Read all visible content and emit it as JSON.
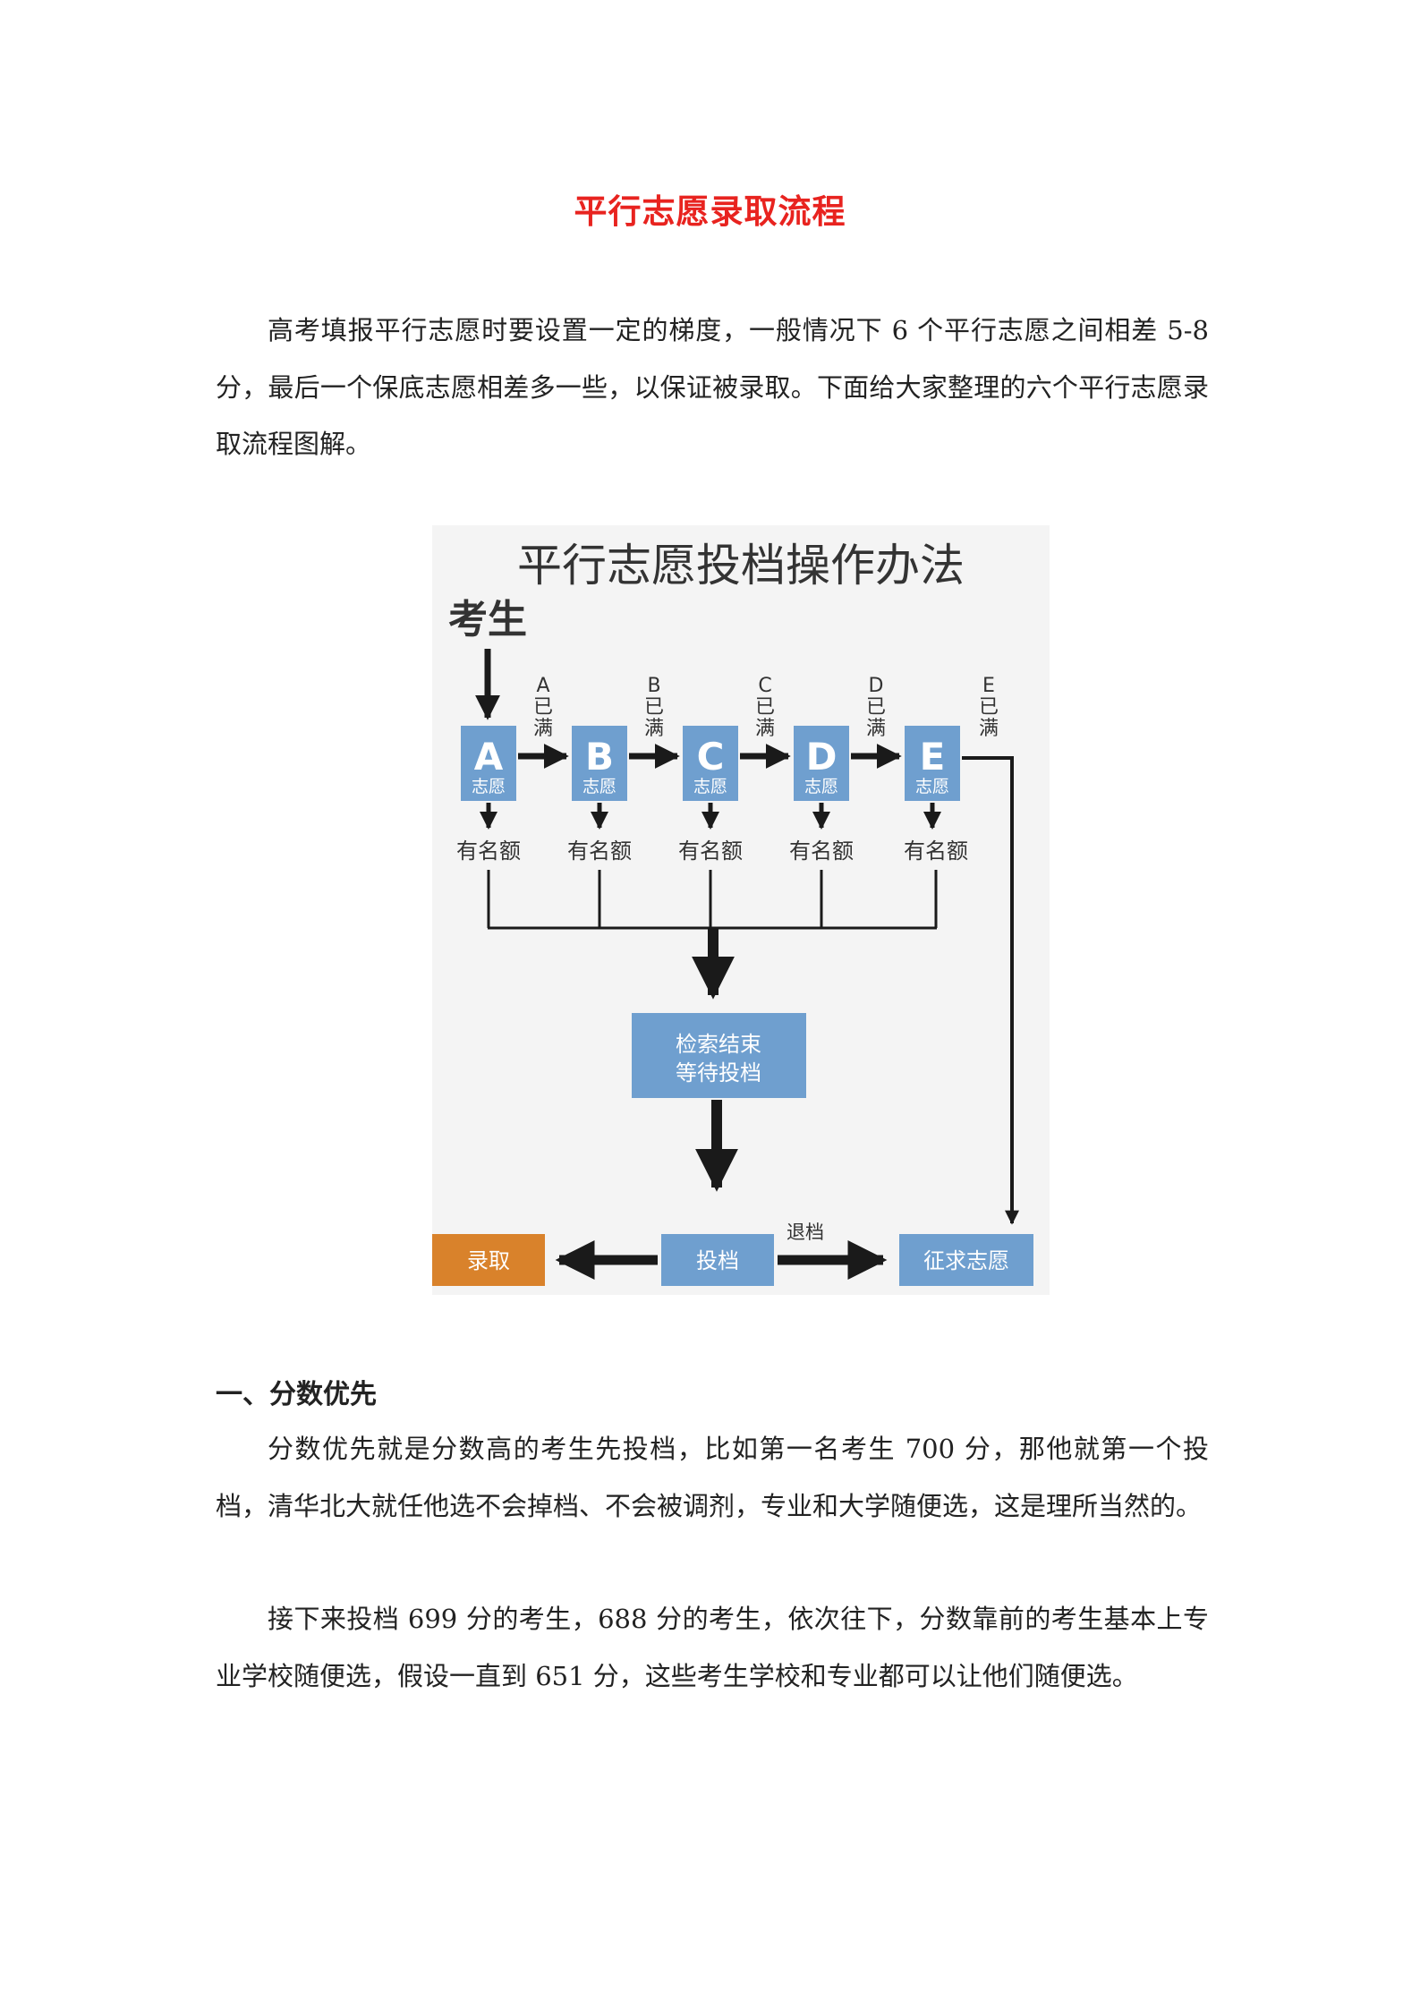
{
  "document": {
    "title": "平行志愿录取流程",
    "intro": "高考填报平行志愿时要设置一定的梯度，一般情况下 6 个平行志愿之间相差 5-8 分，最后一个保底志愿相差多一些，以保证被录取。下面给大家整理的六个平行志愿录取流程图解。"
  },
  "figure": {
    "title": "平行志愿投档操作办法",
    "student": "考生",
    "boxes": [
      {
        "letter": "A",
        "sub": "志愿",
        "full_chars": [
          "A",
          "已",
          "满"
        ],
        "quota": "有名额"
      },
      {
        "letter": "B",
        "sub": "志愿",
        "full_chars": [
          "B",
          "已",
          "满"
        ],
        "quota": "有名额"
      },
      {
        "letter": "C",
        "sub": "志愿",
        "full_chars": [
          "C",
          "已",
          "满"
        ],
        "quota": "有名额"
      },
      {
        "letter": "D",
        "sub": "志愿",
        "full_chars": [
          "D",
          "已",
          "满"
        ],
        "quota": "有名额"
      },
      {
        "letter": "E",
        "sub": "志愿",
        "full_chars": [
          "E",
          "已",
          "满"
        ],
        "quota": "有名额"
      }
    ],
    "search_end_line1": "检索结束",
    "search_end_line2": "等待投档",
    "admit": "录取",
    "submit": "投档",
    "return": "退档",
    "solicit": "征求志愿",
    "colors": {
      "box": "#6f9fcf",
      "admit": "#d9822b",
      "arrow": "#1a1a1a"
    }
  },
  "section1": {
    "heading": "一、分数优先",
    "p1": "分数优先就是分数高的考生先投档，比如第一名考生 700 分，那他就第一个投档，清华北大就任他选不会掉档、不会被调剂，专业和大学随便选，这是理所当然的。",
    "p2": "接下来投档 699 分的考生，688 分的考生，依次往下，分数靠前的考生基本上专业学校随便选，假设一直到 651 分，这些考生学校和专业都可以让他们随便选。"
  }
}
